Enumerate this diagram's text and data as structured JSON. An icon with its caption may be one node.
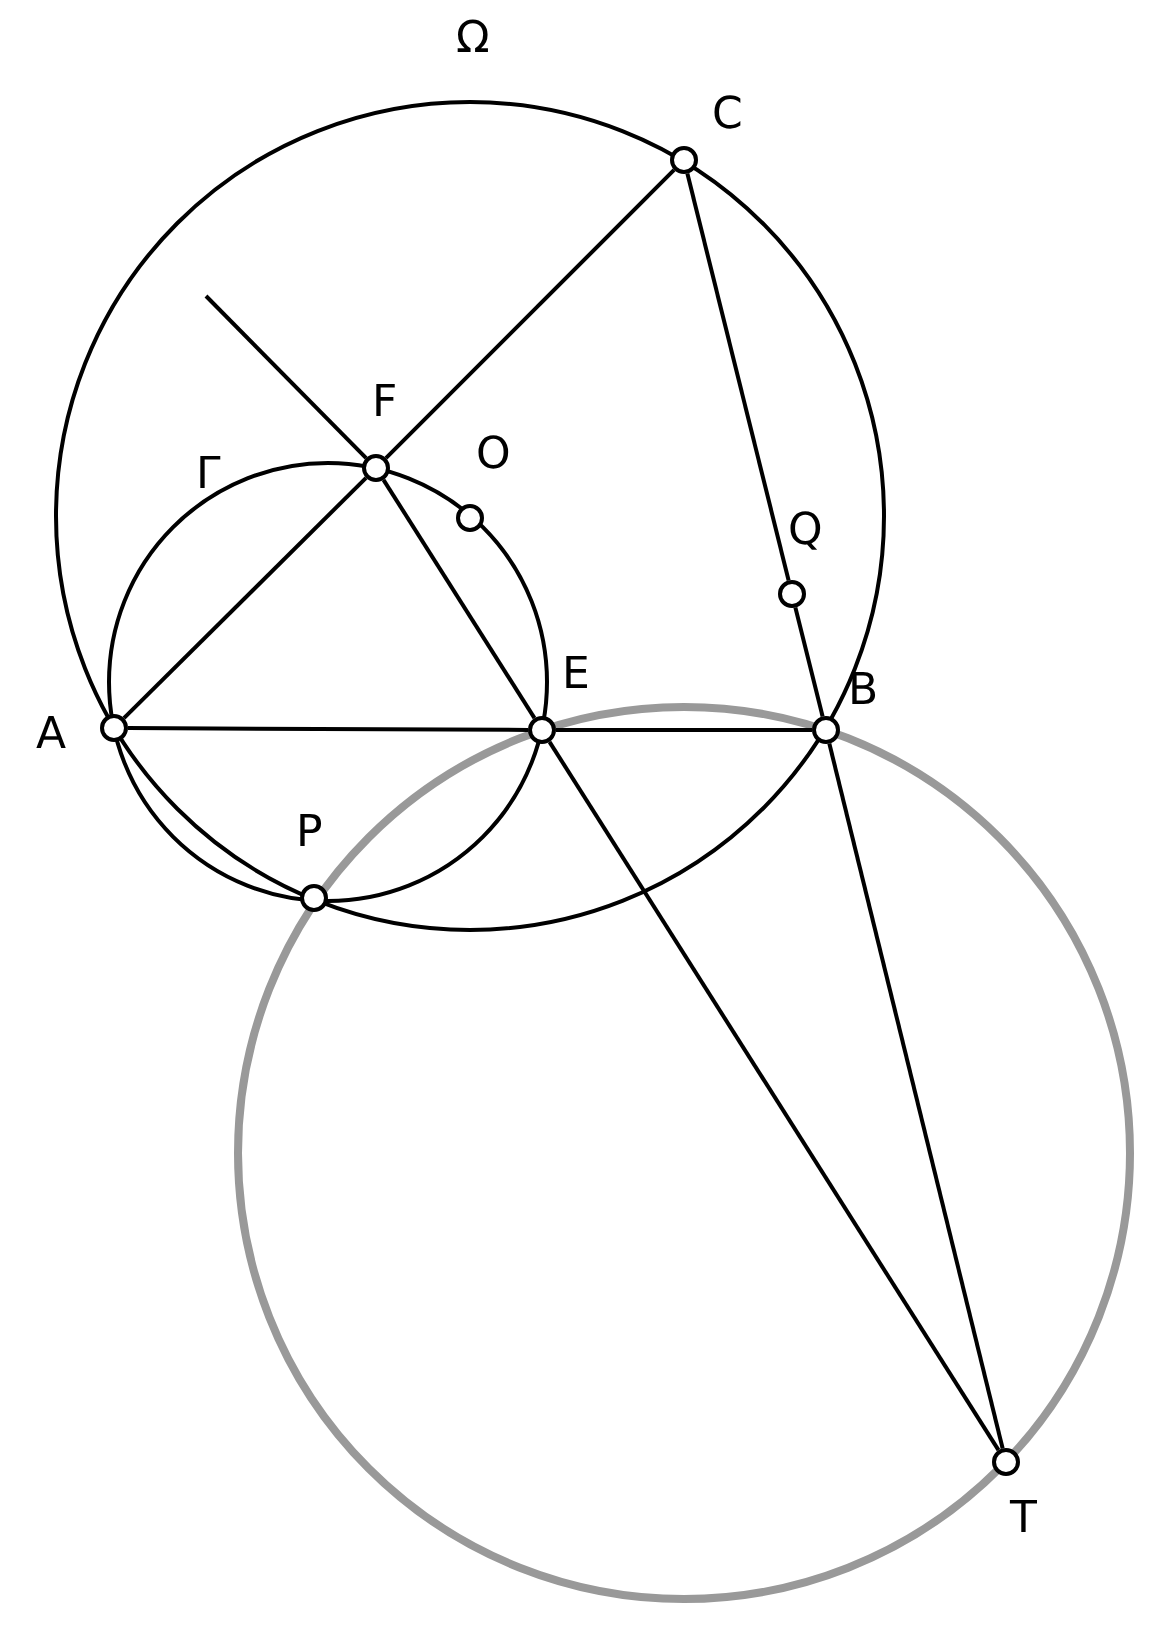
{
  "diagram": {
    "nodes": [
      {
        "text": [
          "C"
        ]
      },
      {
        "text": [
          "F"
        ]
      },
      {
        "text": [
          "O"
        ]
      },
      {
        "text": [
          "Q"
        ]
      },
      {
        "text": [
          "A"
        ]
      },
      {
        "text": [
          "E"
        ]
      },
      {
        "text": [
          "B"
        ]
      },
      {
        "text": [
          "P"
        ]
      },
      {
        "text": [
          "T"
        ]
      }
    ],
    "edges": [
      {
        "from": 4,
        "to": 1,
        "arrow": "none"
      },
      {
        "from": 1,
        "to": 0,
        "arrow": "none"
      },
      {
        "from": 4,
        "to": 5,
        "arrow": "none"
      },
      {
        "from": 5,
        "to": 6,
        "arrow": "none"
      },
      {
        "from": 0,
        "to": 3,
        "arrow": "none"
      },
      {
        "from": 3,
        "to": 6,
        "arrow": "none"
      },
      {
        "from": 6,
        "to": 8,
        "arrow": "none"
      },
      {
        "from": null,
        "to": 1,
        "arrow": "none"
      },
      {
        "from": 1,
        "to": 5,
        "arrow": "none"
      },
      {
        "from": 5,
        "to": 8,
        "arrow": "none"
      }
    ],
    "labels": [
      "Ω",
      "Γ"
    ]
  }
}
